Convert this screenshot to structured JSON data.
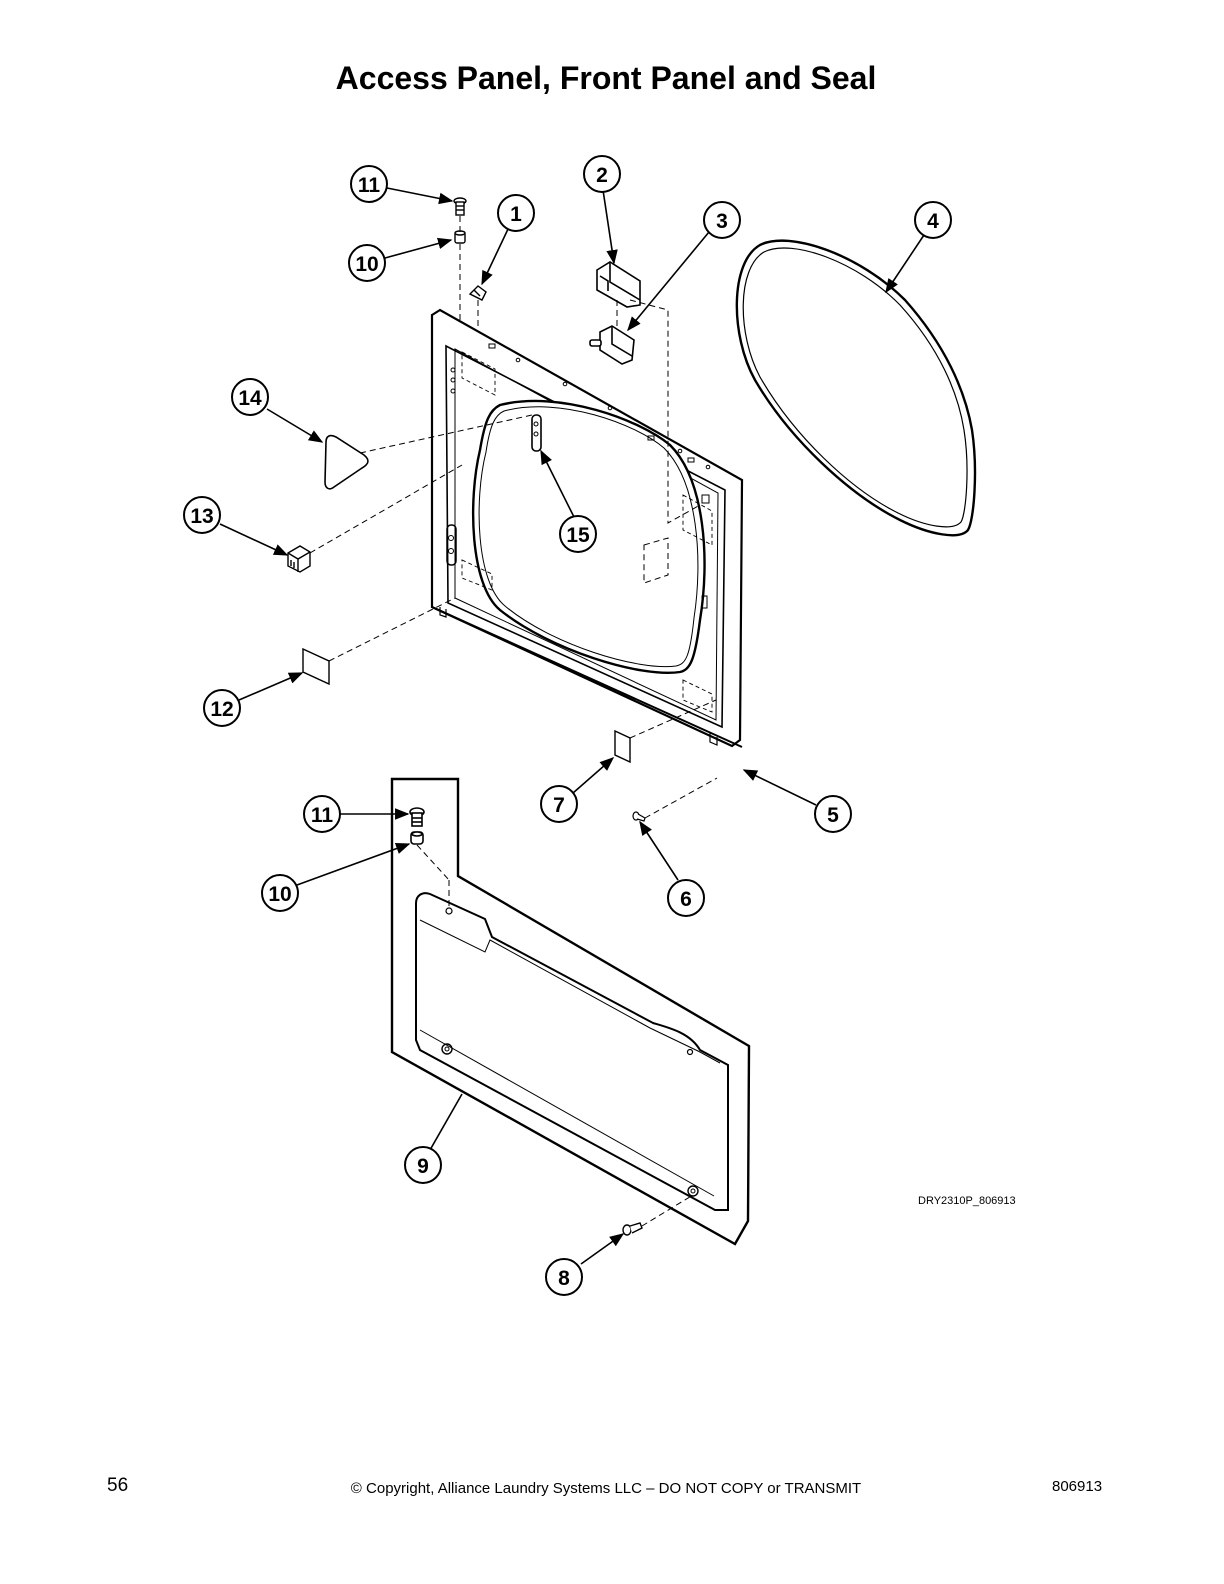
{
  "title": "Access Panel, Front Panel and Seal",
  "drawing_id": "DRY2310P_806913",
  "callouts": [
    "1",
    "2",
    "3",
    "4",
    "5",
    "6",
    "7",
    "8",
    "9",
    "10",
    "11",
    "12",
    "13",
    "14",
    "15",
    "10",
    "11"
  ],
  "footer": {
    "page_number": "56",
    "copyright": "© Copyright, Alliance Laundry Systems LLC – DO NOT COPY or TRANSMIT",
    "doc_number": "806913"
  }
}
